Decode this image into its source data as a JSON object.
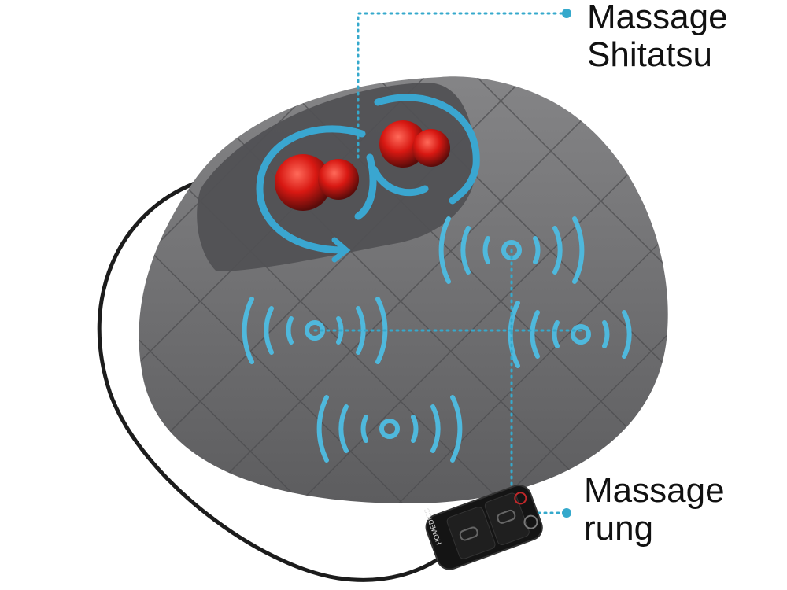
{
  "annotations": {
    "shiatsu": {
      "line1": "Massage",
      "line2": "Shitatsu"
    },
    "vibration": {
      "line1": "Massage",
      "line2": "rung"
    }
  },
  "remote": {
    "brand": "HOMEDICS"
  },
  "colors": {
    "leader": "#35a9cc",
    "cushion": "#6e6e70",
    "heat": "#e0201c",
    "arrows": "#3aa6d0",
    "vibration": "#4fb8dc"
  }
}
